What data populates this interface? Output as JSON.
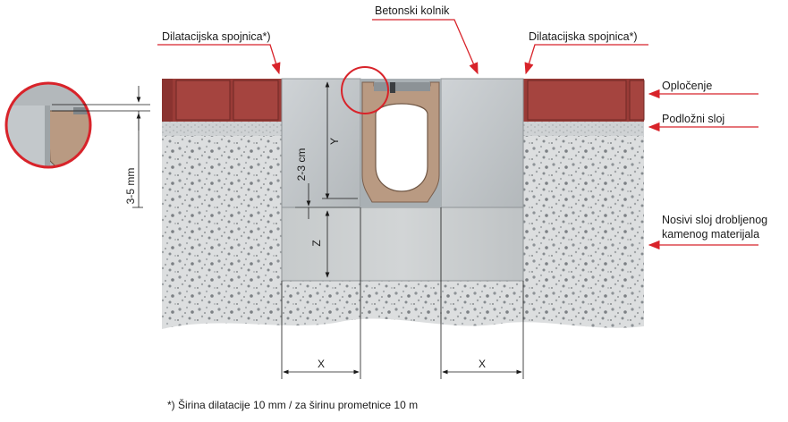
{
  "labels": {
    "dilatation_left": "Dilatacijska spojnica*)",
    "concrete_kerb": "Betonski kolnik",
    "dilatation_right": "Dilatacijska spojnica*)",
    "paving": "Opločenje",
    "sub_layer": "Podložni sloj",
    "base_layer_line1": "Nosivi sloj drobljenog",
    "base_layer_line2": "kamenog materijala"
  },
  "dimensions": {
    "y": "Y",
    "z": "Z",
    "gap_2_3": "2-3 cm",
    "gap_3_5": "3-5 mm",
    "x_left": "X",
    "x_right": "X"
  },
  "footnote": "*) Širina dilatacije 10 mm / za širinu prometnice 10 m",
  "colors": {
    "accent_red": "#d8232a",
    "brick": "#9a3b37",
    "concrete": "#c4c9cc",
    "gravel": "#dadcdd",
    "channel": "#b99a82"
  }
}
